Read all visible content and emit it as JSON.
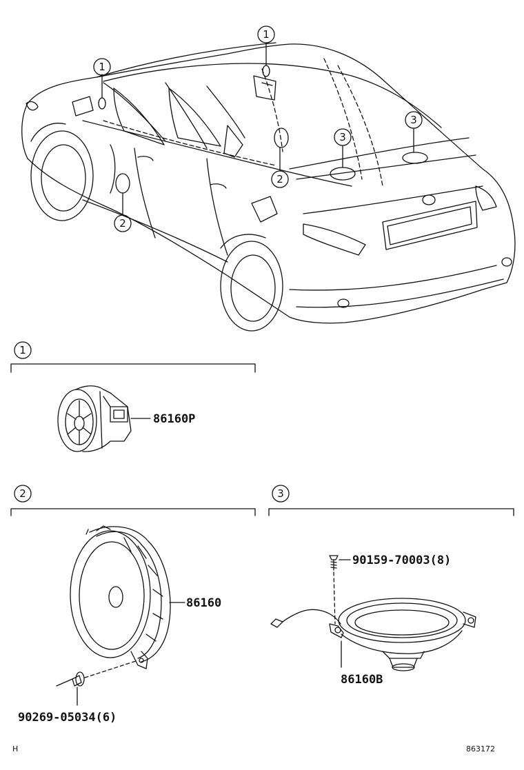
{
  "callouts": {
    "c1": "1",
    "c2": "2",
    "c3": "3"
  },
  "groups": {
    "g1": {
      "number": "1"
    },
    "g2": {
      "number": "2"
    },
    "g3": {
      "number": "3"
    }
  },
  "parts": {
    "tweeter": "86160P",
    "front_door_speaker": "86160",
    "front_door_screw": "90269-05034(6)",
    "rear_shelf_speaker": "86160B",
    "rear_shelf_screw": "90159-70003(8)"
  },
  "footer": {
    "left_code": "H",
    "illustration_number": "863172"
  }
}
